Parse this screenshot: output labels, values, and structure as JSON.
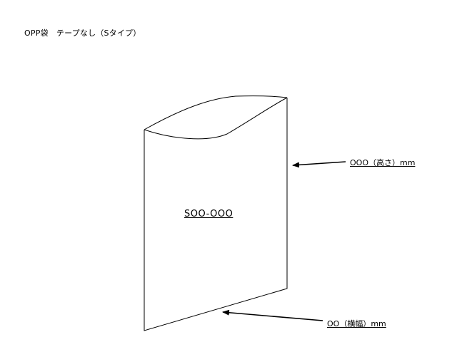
{
  "title": "OPP袋　テープなし（Sタイプ）",
  "labels": {
    "model": "SOO-OOO",
    "height": "OOO（高さ）mm",
    "width": "OO（横幅）mm"
  },
  "colors": {
    "line": "#000000",
    "background": "#ffffff"
  }
}
